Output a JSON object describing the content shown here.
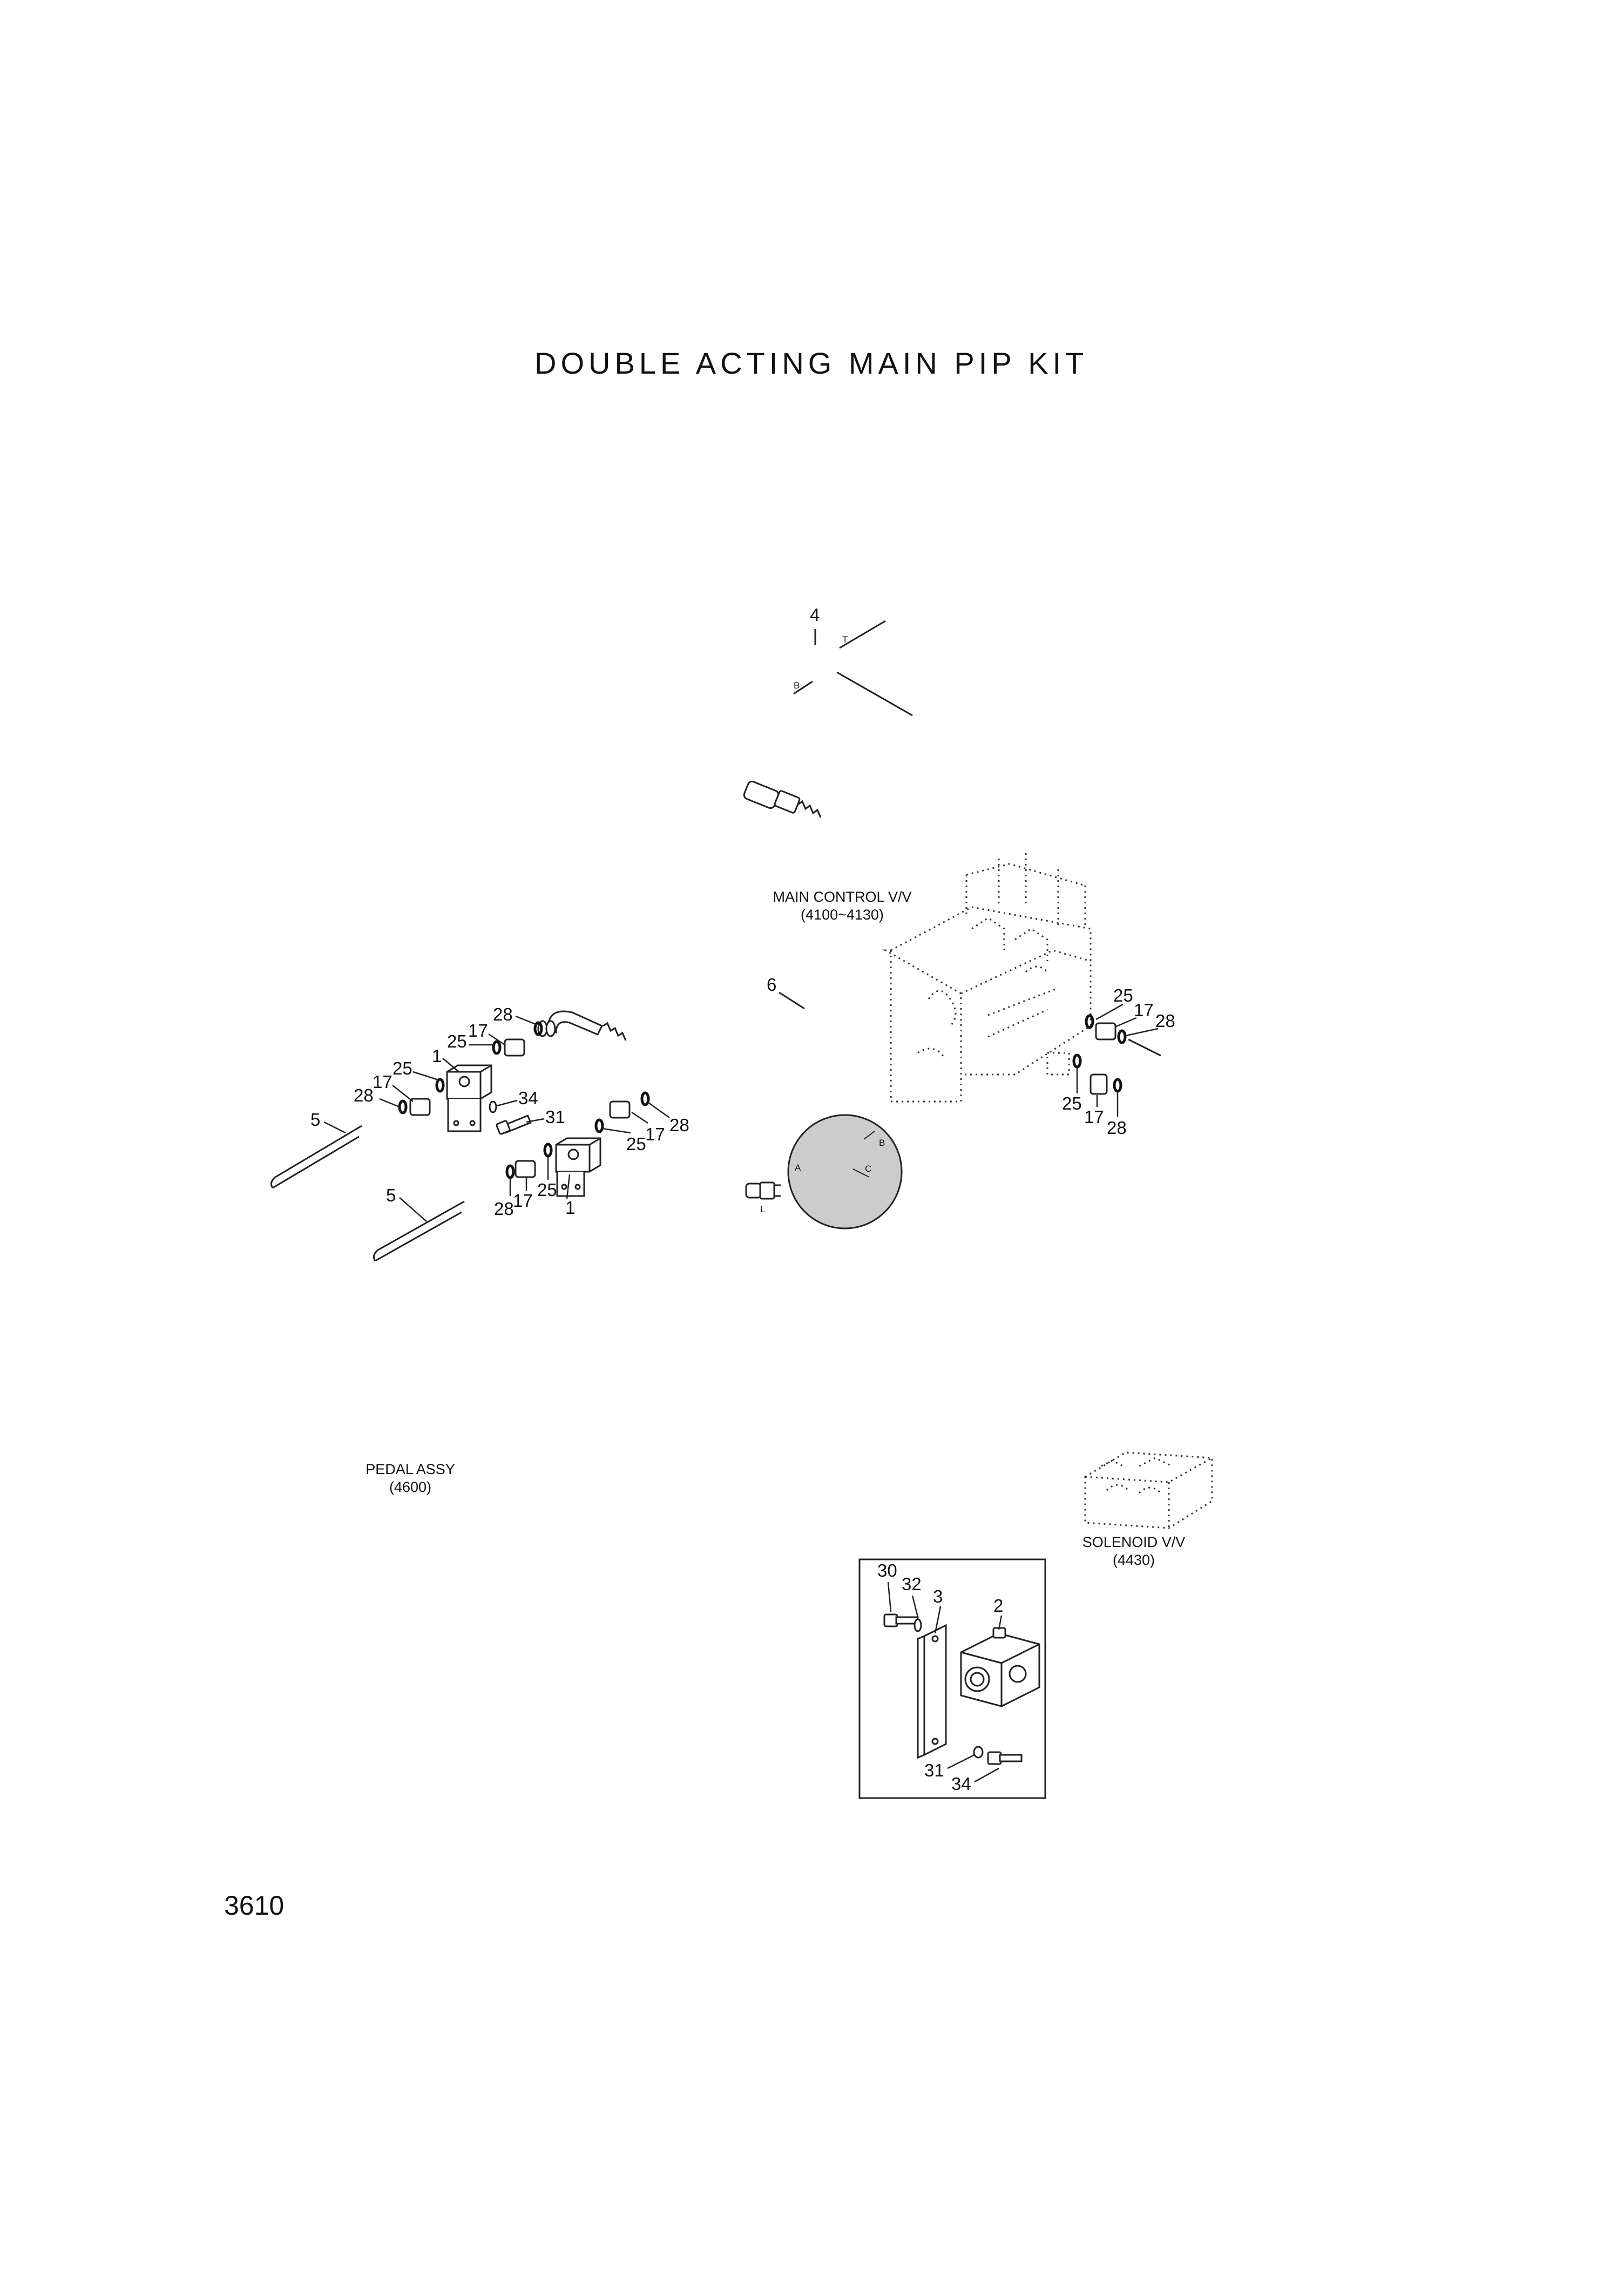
{
  "title": "DOUBLE ACTING MAIN PIP KIT",
  "page_number": "3610",
  "references": {
    "main_control": {
      "name": "MAIN CONTROL V/V",
      "code": "(4100~4130)"
    },
    "pedal_assy": {
      "name": "PEDAL ASSY",
      "code": "(4600)"
    },
    "solenoid": {
      "name": "SOLENOID V/V",
      "code": "(4430)"
    }
  },
  "callouts": {
    "c4": "4",
    "c6": "6",
    "c28_top": "28",
    "c17_top": "17",
    "c25_top": "25",
    "c1_top": "1",
    "c25_left": "25",
    "c17_left": "17",
    "c28_left": "28",
    "c34_mid": "34",
    "c31_mid": "31",
    "c25_mid": "25",
    "c17_mid": "17",
    "c28_mid": "28",
    "c28_low": "28",
    "c17_low": "17",
    "c25_low": "25",
    "c1_low": "1",
    "c5_a": "5",
    "c5_b": "5",
    "c25_r1": "25",
    "c17_r1": "17",
    "c28_r1": "28",
    "c25_r2": "25",
    "c17_r2": "17",
    "c28_r2": "28",
    "c30": "30",
    "c32": "32",
    "c3": "3",
    "c2": "2",
    "c31_box": "31",
    "c34_box": "34"
  },
  "ports": {
    "t": "T",
    "b_top": "B",
    "a": "A",
    "b_circle": "B",
    "c": "C",
    "l": "L"
  }
}
